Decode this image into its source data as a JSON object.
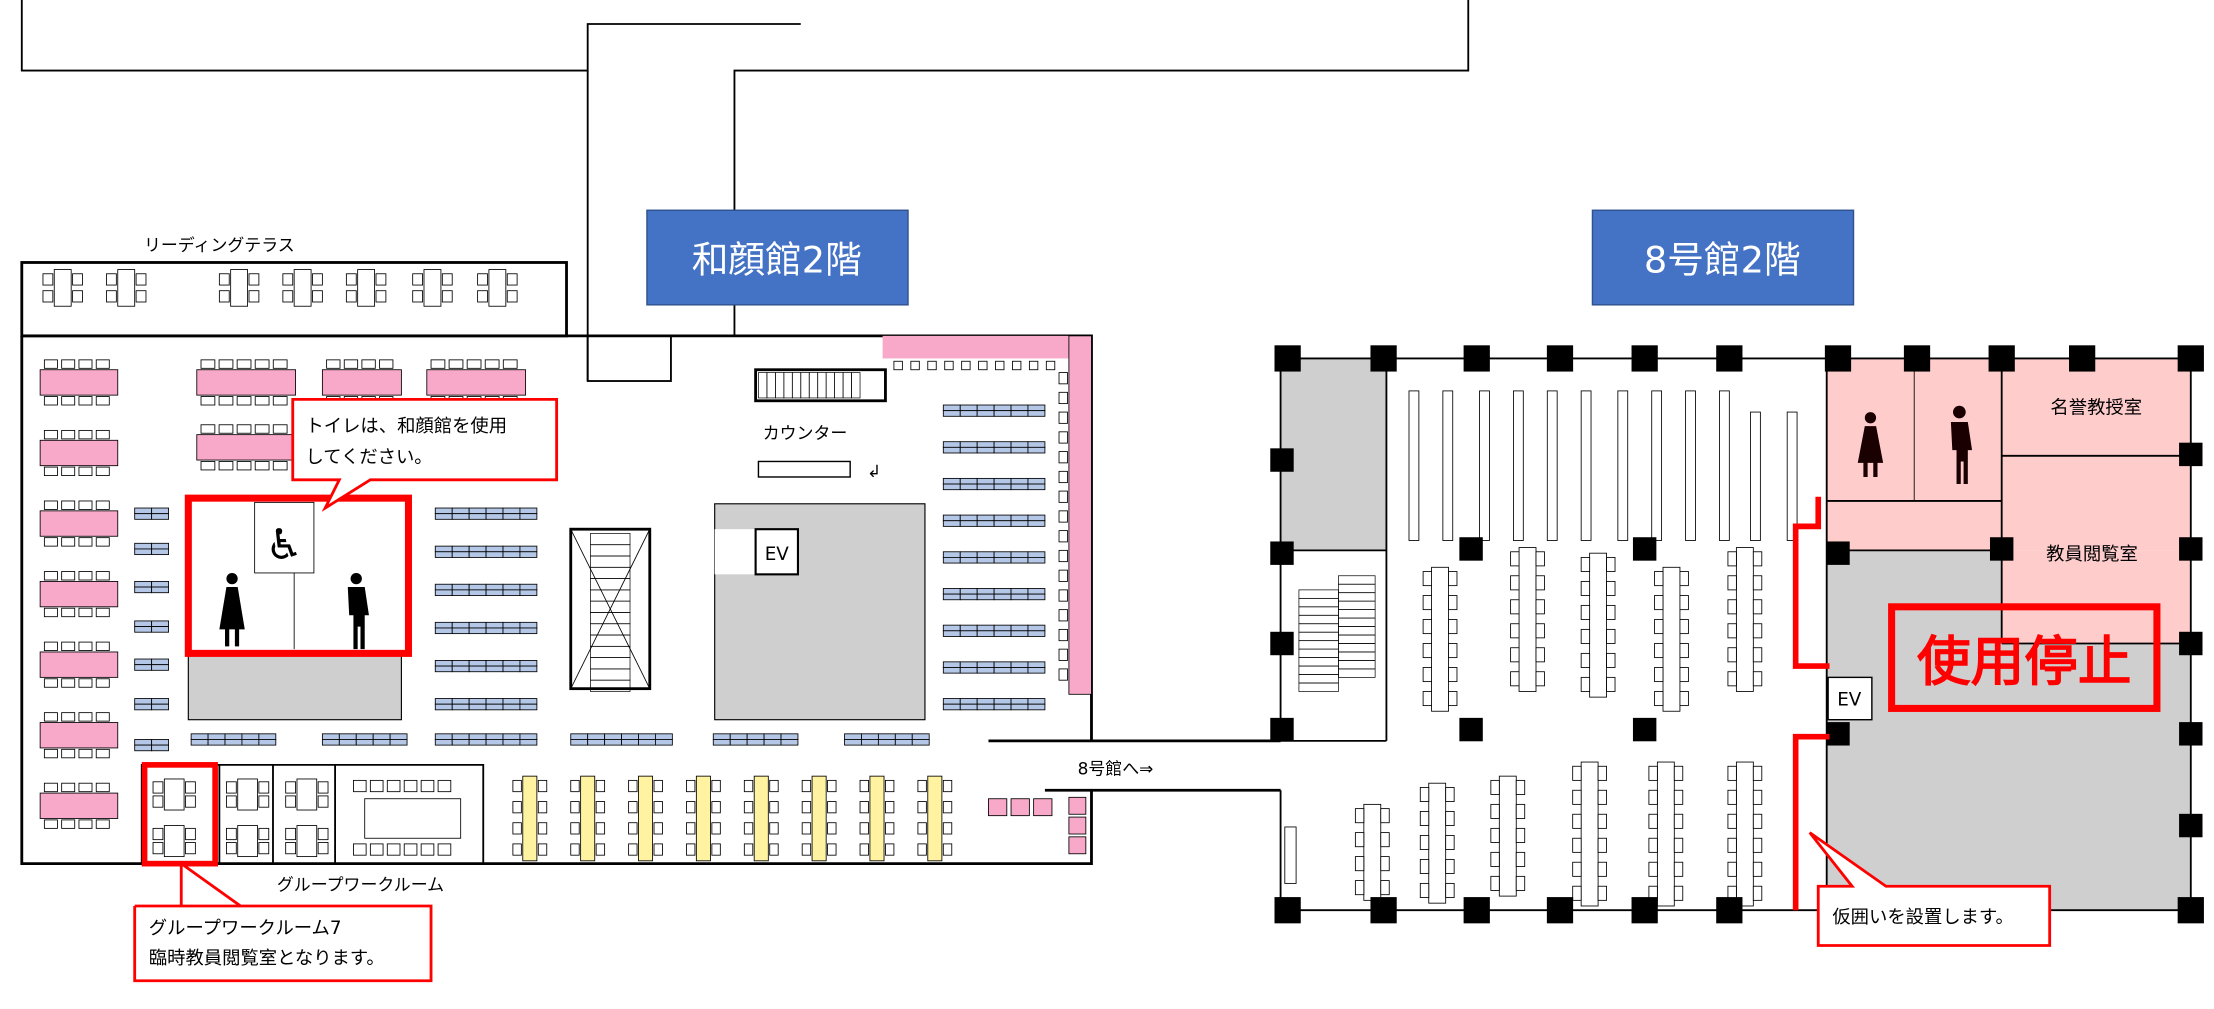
{
  "titles": {
    "wagan": "和顔館2階",
    "building8": "8号館2階"
  },
  "labels": {
    "reading_terrace": "リーディングテラス",
    "counter": "カウンター",
    "ev_left": "EV",
    "ev_right": "EV",
    "group_work_room": "グループワークルーム",
    "to_building8": "8号館へ⇒",
    "emeritus_room": "名誉教授室",
    "faculty_reading_room": "教員閲覧室",
    "out_of_service": "使用停止"
  },
  "callouts": {
    "toilet": [
      "トイレは、和顔館を使用",
      "してください。"
    ],
    "group_room": [
      "グループワークルーム7",
      "臨時教員閲覧室となります。"
    ],
    "fence": "仮囲いを設置します。"
  },
  "colors": {
    "title_bg": "#4472c4",
    "alert": "#ff0000",
    "pink": "#f8a8c8",
    "pink_zone": "#ffcccc",
    "grey": "#d0cfd0",
    "blue_desk": "#b4c7e7",
    "yellow": "#fff2a0"
  }
}
